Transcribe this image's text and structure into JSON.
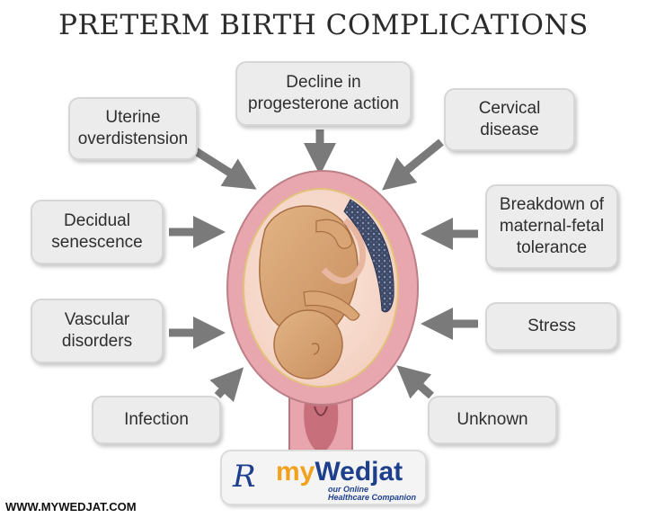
{
  "title": "PRETERM BIRTH COMPLICATIONS",
  "causes": {
    "uterine": "Uterine overdistension",
    "progesterone": "Decline in progesterone action",
    "cervical": "Cervical disease",
    "decidual": "Decidual senescence",
    "breakdown": "Breakdown of maternal-fetal tolerance",
    "vascular": "Vascular disorders",
    "stress": "Stress",
    "infection": "Infection",
    "unknown": "Unknown"
  },
  "logo": {
    "rx": "R",
    "prefix": "my",
    "name": "Wedjat",
    "tagline_1": "our Online",
    "tagline_2": "Healthcare Companion"
  },
  "footer_url": "WWW.MYWEDJAT.COM",
  "colors": {
    "arrow": "#7a7a7a",
    "uterus_wall": "#e8a6ae",
    "fetus": "#d7a777",
    "placenta": "#3f4a66",
    "logo_blue": "#1d3f8c",
    "logo_orange": "#f1a11c"
  }
}
